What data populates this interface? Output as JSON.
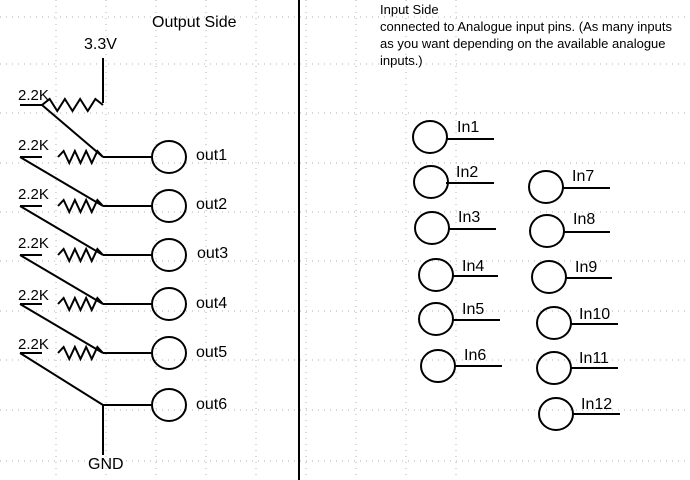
{
  "output_side": {
    "title": "Output Side",
    "supply_label": "3.3V",
    "ground_label": "GND",
    "resistors": [
      {
        "value": "2.2K"
      },
      {
        "value": "2.2K"
      },
      {
        "value": "2.2K"
      },
      {
        "value": "2.2K"
      },
      {
        "value": "2.2K"
      },
      {
        "value": "2.2K"
      }
    ],
    "outputs": [
      {
        "label": "out1"
      },
      {
        "label": "out2"
      },
      {
        "label": "out3"
      },
      {
        "label": "out4"
      },
      {
        "label": "out5"
      },
      {
        "label": "out6"
      }
    ]
  },
  "input_side": {
    "title": "Input Side",
    "description": "connected to Analogue input pins. (As many inputs as you want depending on the available analogue inputs.)",
    "inputs": [
      {
        "label": "In1"
      },
      {
        "label": "In2"
      },
      {
        "label": "In3"
      },
      {
        "label": "In4"
      },
      {
        "label": "In5"
      },
      {
        "label": "In6"
      },
      {
        "label": "In7"
      },
      {
        "label": "In8"
      },
      {
        "label": "In9"
      },
      {
        "label": "In10"
      },
      {
        "label": "In11"
      },
      {
        "label": "In12"
      }
    ]
  },
  "colors": {
    "line": "#000000",
    "grid_dots": "#b0b0b0",
    "background": "#ffffff"
  }
}
